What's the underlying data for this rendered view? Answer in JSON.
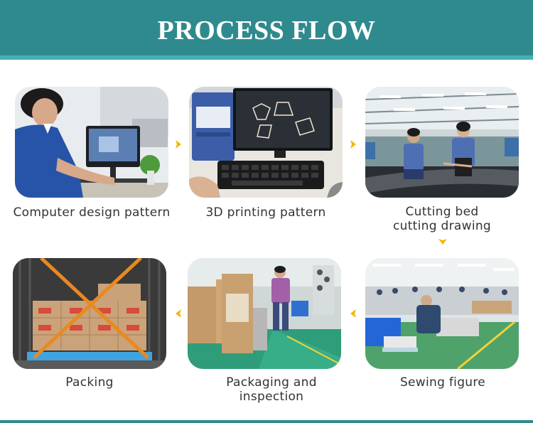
{
  "banner": {
    "title": "PROCESS FLOW",
    "color": "#2f8a8e",
    "stripe_color": "#46b0b3"
  },
  "arrow_color": "#f5b400",
  "steps": [
    {
      "caption": "Computer design pattern",
      "icon": "photo-computer-design"
    },
    {
      "caption": "3D printing pattern",
      "icon": "photo-3d-printing"
    },
    {
      "caption_line1": "Cutting bed",
      "caption_line2": "cutting drawing",
      "icon": "photo-cutting-bed"
    },
    {
      "caption": "Sewing figure",
      "icon": "photo-sewing"
    },
    {
      "caption_line1": "Packaging and",
      "caption_line2": "inspection",
      "icon": "photo-packaging"
    },
    {
      "caption": "Packing",
      "icon": "photo-packing"
    }
  ]
}
